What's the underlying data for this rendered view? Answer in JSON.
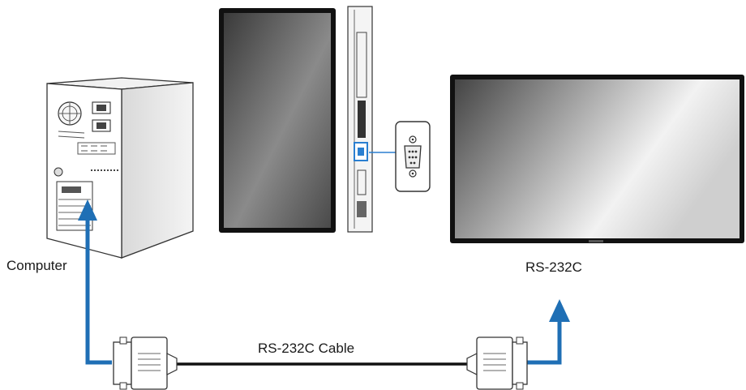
{
  "labels": {
    "computer": "Computer",
    "display_port": "RS-232C",
    "cable": "RS-232C Cable"
  },
  "colors": {
    "arrow": "#1f6fb5",
    "cable": "#111111",
    "port_highlight": "#2a7fd0"
  }
}
